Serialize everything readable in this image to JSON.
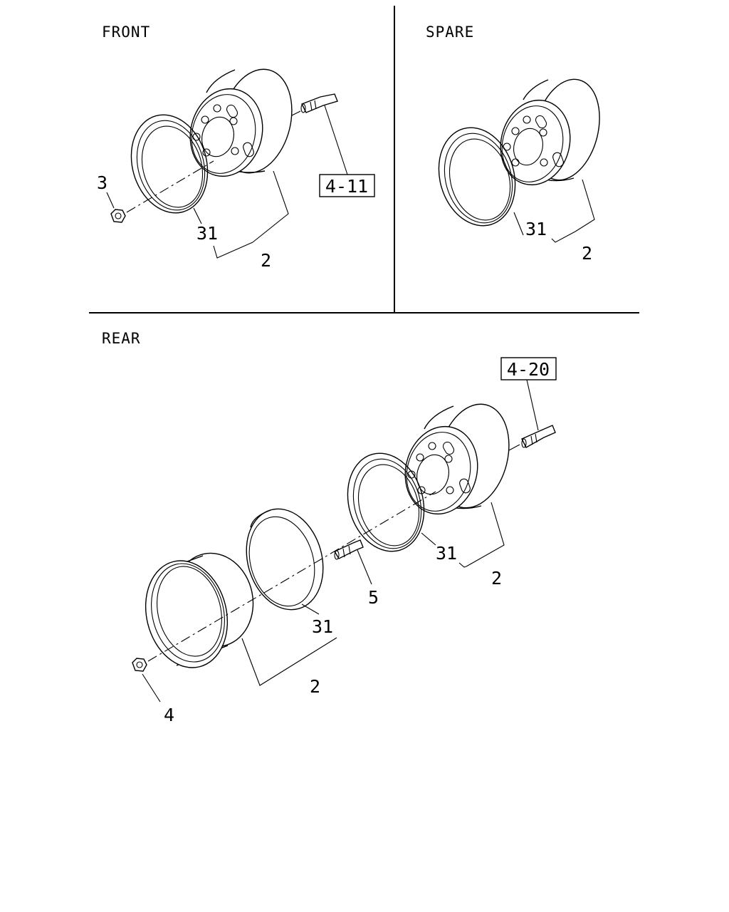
{
  "sections": {
    "front": "FRONT",
    "spare": "SPARE",
    "rear": "REAR"
  },
  "refs": {
    "front_ref": "4-11",
    "rear_ref": "4-20"
  },
  "callouts": {
    "front_nut": "3",
    "front_ring": "31",
    "front_wheel": "2",
    "spare_ring": "31",
    "spare_wheel": "2",
    "rear_outer_ring": "31",
    "rear_outer_wheel": "2",
    "rear_inner_nut": "5",
    "rear_inner_ring": "31",
    "rear_wheel": "2",
    "rear_nut": "4"
  }
}
